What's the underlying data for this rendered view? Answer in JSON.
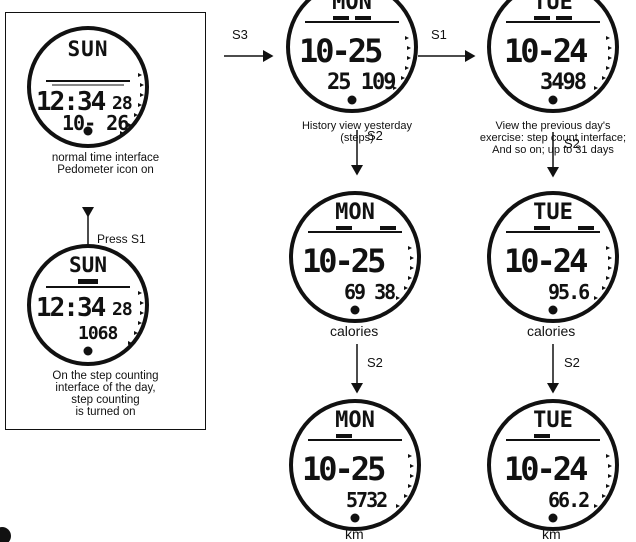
{
  "left_panel": {
    "watch_normal": {
      "day": "SUN",
      "time": "12:34",
      "seconds": "28",
      "date": "10- 26"
    },
    "caption_normal": [
      "normal time interface",
      "Pedometer icon on"
    ],
    "press_label": "Press S1",
    "watch_step": {
      "day": "SUN",
      "time": "12:34",
      "seconds": "28",
      "steps": "1068"
    },
    "caption_step": [
      "On the step counting",
      "interface of the day,",
      "step counting",
      "is turned on"
    ]
  },
  "flow": {
    "s3_label": "S3",
    "s1_label": "S1",
    "s2_label": "S2",
    "mon_steps": {
      "day": "MON",
      "date": "10-25",
      "value": "25 109"
    },
    "tue_steps": {
      "day": "TUE",
      "date": "10-24",
      "value": "3498"
    },
    "caption_history": [
      "History view yesterday",
      "(steps)"
    ],
    "caption_previous": [
      "View the previous day's",
      "exercise: step count interface;",
      "And so on; up to 31 days"
    ],
    "mon_calories": {
      "day": "MON",
      "date": "10-25",
      "value": "69 38"
    },
    "tue_calories": {
      "day": "TUE",
      "date": "10-24",
      "value": "95.6"
    },
    "calories_label": "calories",
    "mon_km": {
      "day": "MON",
      "date": "10-25",
      "value": "5732"
    },
    "tue_km": {
      "day": "TUE",
      "date": "10-24",
      "value": "66.2"
    },
    "km_label": "km"
  }
}
